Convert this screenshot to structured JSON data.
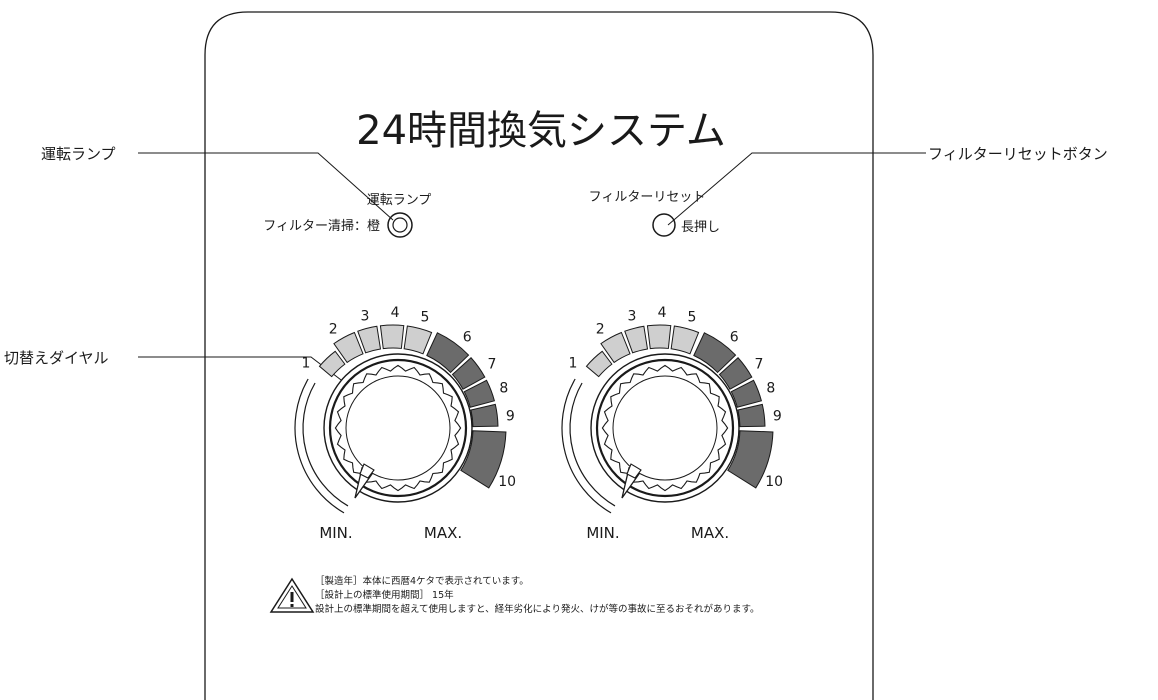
{
  "panel": {
    "title": "24時間換気システム",
    "lamp_label_top": "運転ランプ",
    "lamp_label_side": "フィルター清掃：橙",
    "reset_label_top": "フィルターリセット",
    "reset_label_side": "長押し"
  },
  "callouts": {
    "run_lamp": "運転ランプ",
    "filter_reset_button": "フィルターリセットボタン",
    "selector_dial": "切替えダイヤル"
  },
  "dials": [
    {
      "segment_labels": [
        "1",
        "2",
        "3",
        "4",
        "5",
        "6",
        "7",
        "8",
        "9",
        "10"
      ],
      "min_label": "MIN.",
      "max_label": "MAX.",
      "pointer_position": 0.0
    },
    {
      "segment_labels": [
        "1",
        "2",
        "3",
        "4",
        "5",
        "6",
        "7",
        "8",
        "9",
        "10"
      ],
      "min_label": "MIN.",
      "max_label": "MAX.",
      "pointer_position": 0.0
    }
  ],
  "segment_colors": {
    "light": "#cfcfcf",
    "dark": "#6b6b6b"
  },
  "warning": {
    "icon": "warning-triangle-icon",
    "lines": [
      "［製造年］本体に西暦4ケタで表示されています。",
      "［設計上の標準使用期間］ 15年",
      "設計上の標準期間を超えて使用しますと、経年劣化により発火、けが等の事故に至るおそれがあります。"
    ]
  }
}
